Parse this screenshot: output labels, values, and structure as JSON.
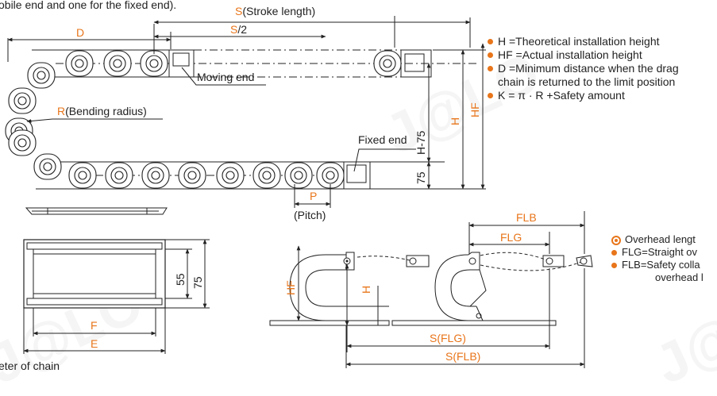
{
  "top_note": "obile end and one for the fixed end).",
  "bottom_note": "eter of chain",
  "watermark": "J@LO",
  "labels": {
    "stroke": "S",
    "stroke_suffix": "(Stroke length)",
    "half_stroke": "S",
    "half_suffix": "/2",
    "d": "D",
    "moving_end": "Moving end",
    "bend_r": "R",
    "bend_suffix": "(Bending radius)",
    "fixed_end": "Fixed end",
    "pitch_p": "P",
    "pitch": "(Pitch)",
    "h75": "H-75",
    "h": "H",
    "hf": "HF",
    "dim75": "75",
    "dim55": "55",
    "dim75b": "75",
    "f": "F",
    "e": "E",
    "hf2": "HF",
    "h2": "H",
    "flg": "FLG",
    "flb": "FLB",
    "sflg": "S(FLG)",
    "sflb": "S(FLB)"
  },
  "legend_top": [
    "H =Theoretical installation height",
    "HF =Actual installation height",
    "D =Minimum distance when the drag",
    "chain is returned to the limit position",
    "K = π · R +Safety amount"
  ],
  "legend_bottom": [
    "Overhead lengt",
    "FLG=Straight ov",
    "FLB=Safety colla",
    "overhead l"
  ],
  "colors": {
    "accent": "#e8751a",
    "line": "#222222"
  }
}
